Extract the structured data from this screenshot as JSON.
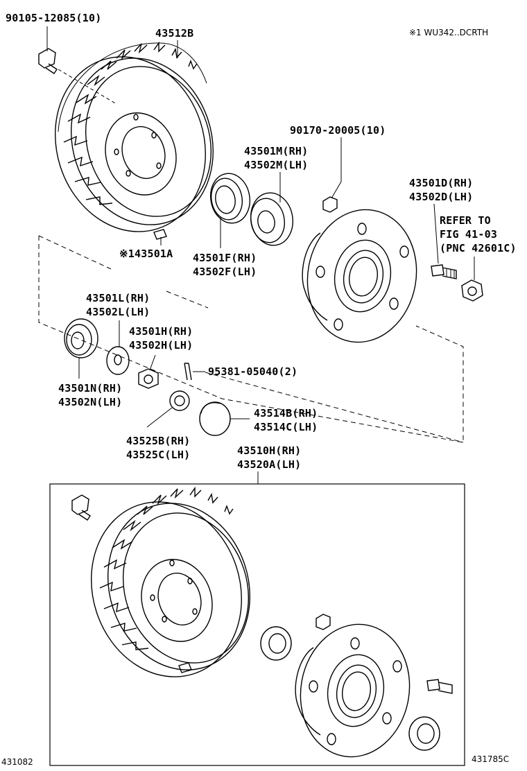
{
  "labels": {
    "bolt_90105": "90105-12085(10)",
    "drum_43512B": "43512B",
    "note_top": "※1 WU342..DCRTH",
    "nut_90170": "90170-20005(10)",
    "bearing_43501M": "43501M(RH)",
    "bearing_43502M": "43502M(LH)",
    "hubbolt_43501D": "43501D(RH)",
    "hubbolt_43502D": "43502D(LH)",
    "refer_line1": "REFER TO",
    "refer_line2": "FIG 41-03",
    "refer_line3": "(PNC 42601C)",
    "clip_43501A": "※143501A",
    "seal_43501F": "43501F(RH)",
    "seal_43502F": "43502F(LH)",
    "bearing_43501L": "43501L(RH)",
    "bearing_43502L": "43502L(LH)",
    "washer_43501H": "43501H(RH)",
    "washer_43502H": "43502H(LH)",
    "bearing_43501N": "43501N(RH)",
    "bearing_43502N": "43502N(LH)",
    "pin_95381": "95381-05040(2)",
    "cap_43514B": "43514B(RH)",
    "cap_43514C": "43514C(LH)",
    "locknut_43525B": "43525B(RH)",
    "locknut_43525C": "43525C(LH)",
    "assy_43510H": "43510H(RH)",
    "assy_43520A": "43520A(LH)",
    "code_left": "431082",
    "code_right": "431785C"
  }
}
